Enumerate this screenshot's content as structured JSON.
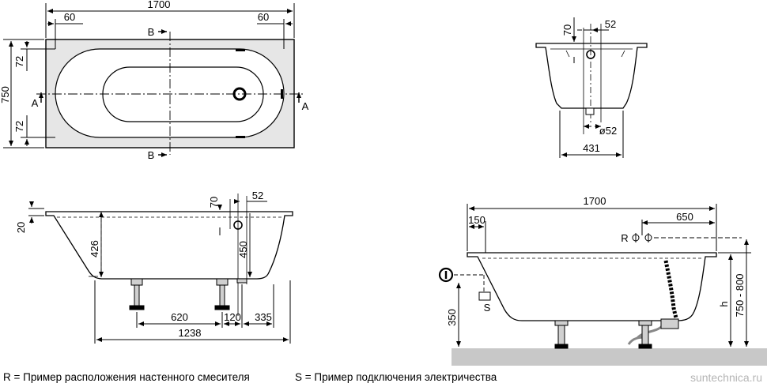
{
  "top_view": {
    "length": "1700",
    "edge_left": "60",
    "edge_right": "60",
    "width": "750",
    "rim_top": "72",
    "rim_bottom": "72",
    "section_a": "A",
    "section_b": "B"
  },
  "cross_section": {
    "tap_height": "70",
    "tap_offset": "52",
    "drain_dia": "ø52",
    "bottom_width": "431"
  },
  "side_section": {
    "rim": "20",
    "tap_height": "70",
    "tap_offset": "52",
    "depth": "426",
    "overflow_height": "450",
    "feet_span": "620",
    "foot_gap": "120",
    "drain_offset": "335",
    "bottom_length": "1238"
  },
  "install_view": {
    "length": "1700",
    "left_offset": "150",
    "tap_offset": "650",
    "tap_label": "R",
    "electric_label": "S",
    "floor_height": "350",
    "height_label": "h",
    "height_range": "750 - 800"
  },
  "legend": {
    "r_text": "R = Пример расположения настенного смесителя",
    "s_text": "S = Пример подключения электричества"
  },
  "watermark": "suntechnica.ru"
}
